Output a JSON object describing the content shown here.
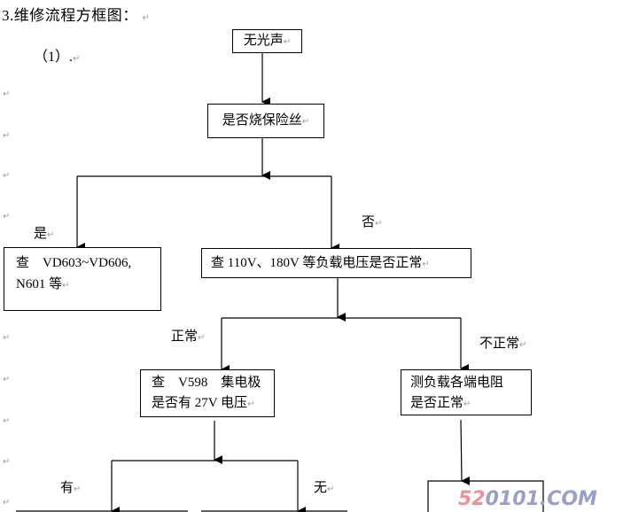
{
  "heading": "3.维修流程方框图：",
  "subheading": "（1）.",
  "paragraph_mark": "↵",
  "nodes": {
    "start": "无光声",
    "fuse_check": "是否烧保险丝",
    "check_vd": [
      "查　VD603~VD606,",
      "N601 等"
    ],
    "check_voltage": "查 110V、180V 等负载电压是否正常",
    "check_v598": [
      "查　V598　集电极",
      "是否有 27V 电压"
    ],
    "measure_resistance": [
      "测负载各端电阻",
      "是否正常"
    ]
  },
  "edge_labels": {
    "yes": "是",
    "no": "否",
    "normal": "正常",
    "abnormal": "不正常",
    "has": "有",
    "none": "无"
  },
  "watermark": {
    "part1": "52",
    "part2": "0101.COM",
    "color1": "#f08f98",
    "color2": "#9a9fc8"
  }
}
